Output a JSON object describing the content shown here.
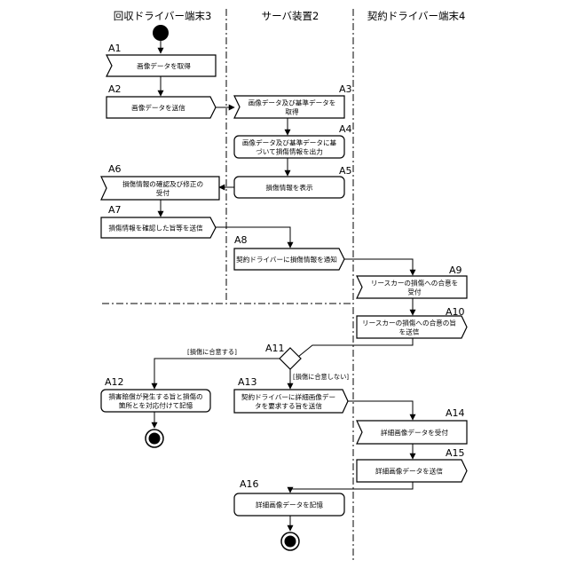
{
  "lanes": [
    {
      "id": "collector",
      "title": "回収ドライバー端末3"
    },
    {
      "id": "server",
      "title": "サーバ装置2"
    },
    {
      "id": "contract",
      "title": "契約ドライバー端末4"
    }
  ],
  "steps": [
    {
      "id": "A1",
      "label": "A1",
      "lane": "collector",
      "kind": "receive",
      "lines": [
        "画像データを取得"
      ]
    },
    {
      "id": "A2",
      "label": "A2",
      "lane": "collector",
      "kind": "send",
      "lines": [
        "画像データを送信"
      ]
    },
    {
      "id": "A3",
      "label": "A3",
      "lane": "server",
      "kind": "receive",
      "lines": [
        "画像データ及び基準データを",
        "取得"
      ]
    },
    {
      "id": "A4",
      "label": "A4",
      "lane": "server",
      "kind": "action",
      "lines": [
        "画像データ及び基準データに基",
        "づいて損傷情報を出力"
      ]
    },
    {
      "id": "A5",
      "label": "A5",
      "lane": "server",
      "kind": "action",
      "lines": [
        "損傷情報を表示"
      ]
    },
    {
      "id": "A6",
      "label": "A6",
      "lane": "collector",
      "kind": "receive",
      "lines": [
        "損傷情報の確認及び修正の",
        "受付"
      ]
    },
    {
      "id": "A7",
      "label": "A7",
      "lane": "collector",
      "kind": "send",
      "lines": [
        "損傷情報を確認した旨等を送信"
      ]
    },
    {
      "id": "A8",
      "label": "A8",
      "lane": "server",
      "kind": "send",
      "lines": [
        "契約ドライバーに損傷情報を通知"
      ]
    },
    {
      "id": "A9",
      "label": "A9",
      "lane": "contract",
      "kind": "receive",
      "lines": [
        "リースカーの損傷への合意を",
        "受付"
      ]
    },
    {
      "id": "A10",
      "label": "A10",
      "lane": "contract",
      "kind": "send",
      "lines": [
        "リースカーの損傷への合意の旨",
        "を送信"
      ]
    },
    {
      "id": "A11",
      "label": "A11",
      "lane": "server",
      "kind": "decision",
      "lines": []
    },
    {
      "id": "A12",
      "label": "A12",
      "lane": "collector",
      "kind": "action",
      "lines": [
        "損害賠償が発生する旨と損傷の",
        "箇所とを対応付けて記憶"
      ]
    },
    {
      "id": "A13",
      "label": "A13",
      "lane": "server",
      "kind": "send",
      "lines": [
        "契約ドライバーに詳細画像デー",
        "タを要求する旨を送信"
      ]
    },
    {
      "id": "A14",
      "label": "A14",
      "lane": "contract",
      "kind": "receive",
      "lines": [
        "詳細画像データを受付"
      ]
    },
    {
      "id": "A15",
      "label": "A15",
      "lane": "contract",
      "kind": "send",
      "lines": [
        "詳細画像データを送信"
      ]
    },
    {
      "id": "A16",
      "label": "A16",
      "lane": "server",
      "kind": "action",
      "lines": [
        "詳細画像データを記憶"
      ]
    }
  ],
  "guards": {
    "agree": "[損傷に合意する]",
    "disagree": "[損傷に合意しない]"
  }
}
